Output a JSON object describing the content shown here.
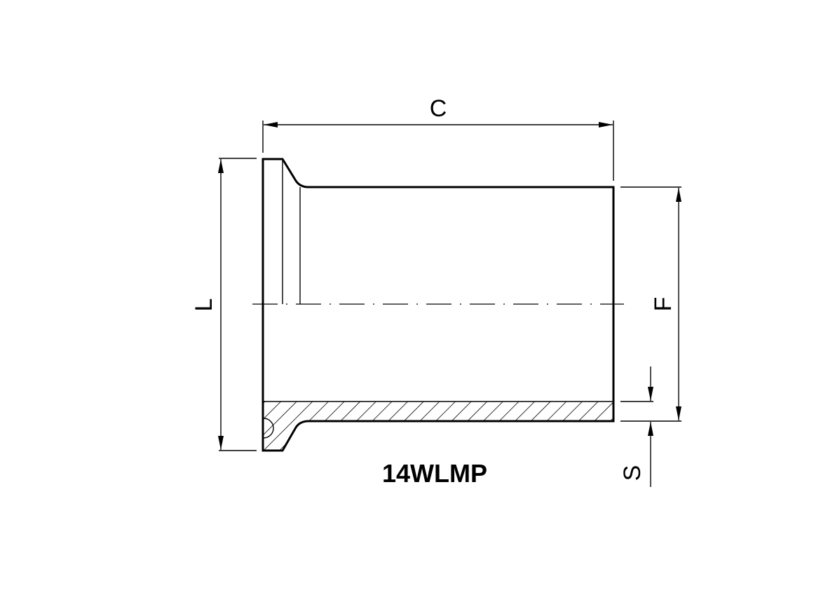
{
  "drawing": {
    "part_code": "14WLMP",
    "dimensions": {
      "C": "C",
      "L": "L",
      "F": "F",
      "S": "S"
    },
    "colors": {
      "line": "#000000",
      "background": "#ffffff"
    },
    "section_hatch": "diagonal-45"
  }
}
